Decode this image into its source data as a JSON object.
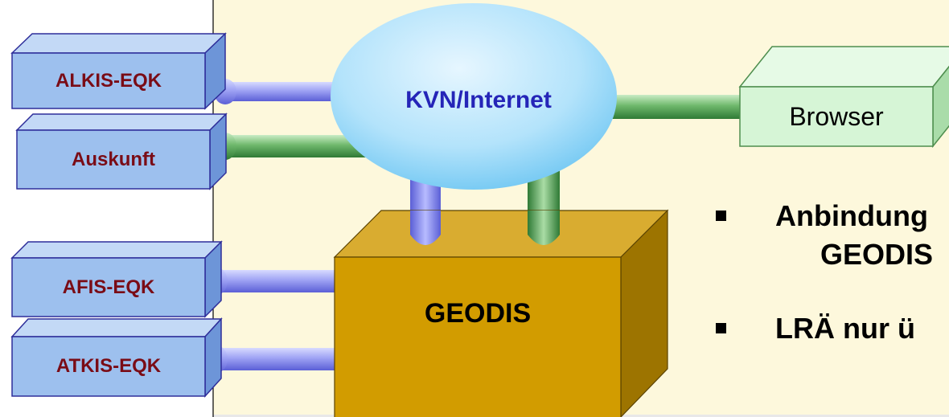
{
  "nodes": {
    "alkis": "ALKIS-EQK",
    "auskunft": "Auskunft",
    "afis": "AFIS-EQK",
    "atkis": "ATKIS-EQK",
    "network": "KVN/Internet",
    "browser": "Browser",
    "server": "GEODIS"
  },
  "bullets": [
    {
      "line1": "Anbindung",
      "line2": "GEODIS"
    },
    {
      "line1": "LRÄ nur ü",
      "line2": ""
    }
  ],
  "colors": {
    "panel_background": "#fdf8dc",
    "eqk_box_face": "#9dc0ee",
    "eqk_text": "#7a0c16",
    "cloud": "#a8def8",
    "cloud_text": "#2525b8",
    "browser_box": "#d6f5d6",
    "server_front": "#d29c00",
    "server_top": "#d9ac30",
    "server_side": "#9d7400",
    "pipe_blue": "#8f93ee",
    "pipe_green": "#4f9e4f"
  }
}
